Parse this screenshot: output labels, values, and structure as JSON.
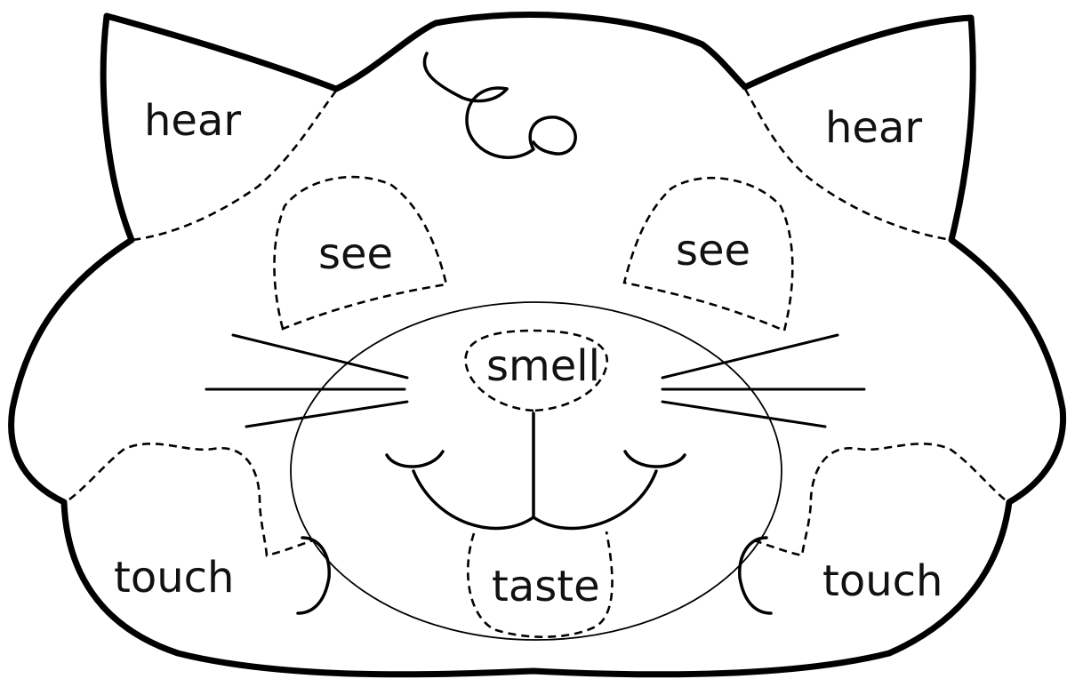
{
  "labels": {
    "hear_left": "hear",
    "hear_right": "hear",
    "see_left": "see",
    "see_right": "see",
    "smell": "smell",
    "touch_left": "touch",
    "taste": "taste",
    "touch_right": "touch"
  },
  "colors": {
    "line": "#000000",
    "fill": "#ffffff",
    "text": "#111111"
  }
}
